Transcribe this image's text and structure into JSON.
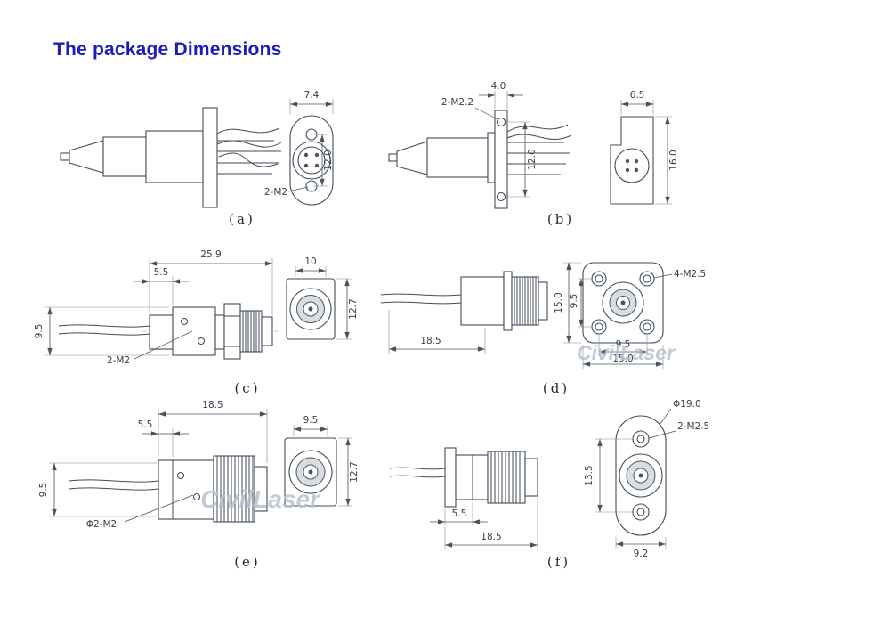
{
  "page": {
    "title": "The package Dimensions",
    "watermark": "CivilLaser"
  },
  "figures": {
    "a": {
      "label": "(a)",
      "dim_width": "7.4",
      "dim_height": "12.0",
      "dim_screw": "2-M2"
    },
    "b": {
      "label": "(b)",
      "dim_flange_thickness": "4.0",
      "dim_screw": "2-M2.2",
      "dim_hole_spacing": "12.0",
      "dim_front_width": "6.5",
      "dim_front_height": "16.0"
    },
    "c": {
      "label": "(c)",
      "dim_total_length": "25.9",
      "dim_flange_length": "5.5",
      "dim_body_height": "9.5",
      "dim_screw": "2-M2",
      "dim_front_width": "10",
      "dim_front_height": "12.7"
    },
    "d": {
      "label": "(d)",
      "dim_length": "18.5",
      "dim_flange_height": "15.0",
      "dim_hole_spacing_v": "9.5",
      "dim_screw": "4-M2.5",
      "dim_hole_spacing_h": "9.5",
      "dim_flange_width": "15.0"
    },
    "e": {
      "label": "(e)",
      "dim_total_length": "18.5",
      "dim_flange_length": "5.5",
      "dim_body_height": "9.5",
      "dim_screw": "Φ2-M2",
      "dim_front_width": "9.5",
      "dim_front_height": "12.7"
    },
    "f": {
      "label": "(f)",
      "dim_flange_thickness": "5.5",
      "dim_length": "18.5",
      "dim_flange_diameter": "Φ19.0",
      "dim_screw": "2-M2.5",
      "dim_hole_spacing": "13.5",
      "dim_front_width": "9.2"
    }
  }
}
